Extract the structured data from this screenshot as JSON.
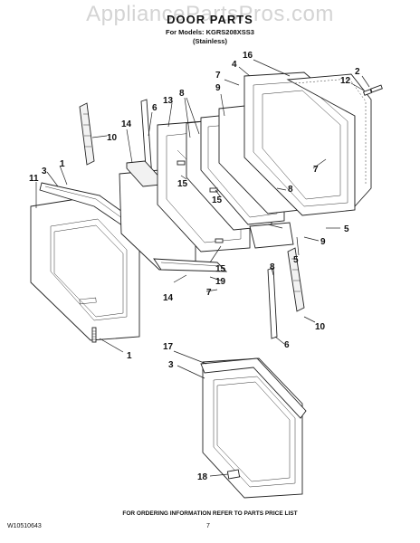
{
  "watermark": "AppliancePartsPros.com",
  "header": {
    "title": "DOOR PARTS",
    "models_line": "For Models: KGRS208XSS3",
    "variant_line": "(Stainless)"
  },
  "callouts": {
    "c1a": "1",
    "c1b": "1",
    "c2": "2",
    "c3a": "3",
    "c3b": "3",
    "c4": "4",
    "c5a": "5",
    "c5b": "5",
    "c6a": "6",
    "c6b": "6",
    "c7a": "7",
    "c7b": "7",
    "c7c": "7",
    "c8a": "8",
    "c8b": "8",
    "c8c": "8",
    "c9a": "9",
    "c9b": "9",
    "c10a": "10",
    "c10b": "10",
    "c11": "11",
    "c12": "12",
    "c13": "13",
    "c14a": "14",
    "c14b": "14",
    "c15a": "15",
    "c15b": "15",
    "c15c": "15",
    "c16": "16",
    "c17": "17",
    "c18": "18",
    "c19": "19"
  },
  "footer": {
    "note": "FOR ORDERING INFORMATION REFER TO PARTS PRICE LIST",
    "doc_id": "W10510643",
    "page": "7"
  }
}
